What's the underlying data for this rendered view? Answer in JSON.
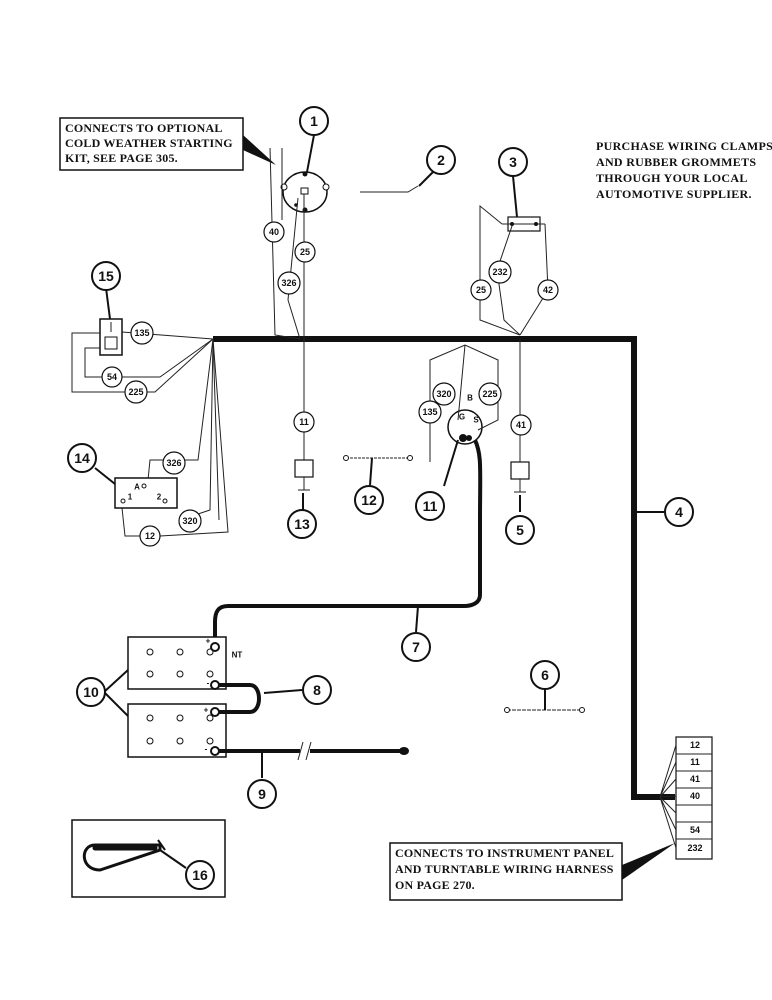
{
  "notes": {
    "cold_weather": [
      "CONNECTS TO OPTIONAL",
      "COLD WEATHER STARTING",
      "KIT, SEE PAGE 305."
    ],
    "purchase": [
      "PURCHASE WIRING CLAMPS",
      "AND RUBBER GROMMETS",
      "THROUGH YOUR LOCAL",
      "AUTOMOTIVE SUPPLIER."
    ],
    "instrument_panel": [
      "CONNECTS TO INSTRUMENT PANEL",
      "AND TURNTABLE WIRING HARNESS",
      "ON PAGE 270."
    ]
  },
  "callouts": {
    "c1": "1",
    "c2": "2",
    "c3": "3",
    "c4": "4",
    "c5": "5",
    "c6": "6",
    "c7": "7",
    "c8": "8",
    "c9": "9",
    "c10": "10",
    "c11": "11",
    "c12": "12",
    "c13": "13",
    "c14": "14",
    "c15": "15",
    "c16": "16"
  },
  "wires": {
    "w40": "40",
    "w25a": "25",
    "w326a": "326",
    "w232": "232",
    "w25b": "25",
    "w42": "42",
    "w135a": "135",
    "w54": "54",
    "w225a": "225",
    "w11": "11",
    "w320a": "320",
    "w225b": "225",
    "w135b": "135",
    "w41": "41",
    "w326b": "326",
    "w320b": "320",
    "w12": "12"
  },
  "connector_block": [
    "12",
    "11",
    "41",
    "40",
    "",
    "54",
    "232"
  ],
  "terminals": {
    "sw_a": "A",
    "sw_1": "1",
    "sw_2": "2",
    "solenoid_s": "S",
    "solenoid_g": "G",
    "solenoid_b": "B",
    "bat_top_pos": "+",
    "bat_top_neg": "-",
    "bat_bot_pos": "+",
    "bat_bot_neg": "-",
    "bat_label": "NT"
  }
}
